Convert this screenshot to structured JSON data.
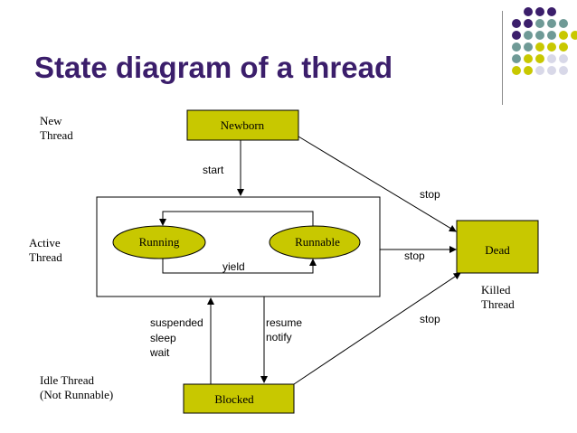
{
  "title": "State diagram of a thread",
  "colors": {
    "title": "#3b1e6b",
    "state_fill": "#c8c800",
    "purple": "#3b1e6b",
    "teal": "#6f9a96",
    "yellow": "#c8c800",
    "lavender": "#d8d8e8"
  },
  "labels": {
    "new_thread": "New\nThread",
    "active_thread": "Active\nThread",
    "idle_thread": "Idle Thread\n(Not Runnable)",
    "killed_thread": "Killed\nThread"
  },
  "states": {
    "newborn": "Newborn",
    "running": "Running",
    "runnable": "Runnable",
    "dead": "Dead",
    "blocked": "Blocked"
  },
  "transitions": {
    "start": "start",
    "yield": "yield",
    "stop_newborn": "stop",
    "stop_active": "stop",
    "stop_blocked": "stop",
    "suspended": "suspended",
    "sleep": "sleep",
    "wait": "wait",
    "resume": "resume",
    "notify": "notify"
  }
}
